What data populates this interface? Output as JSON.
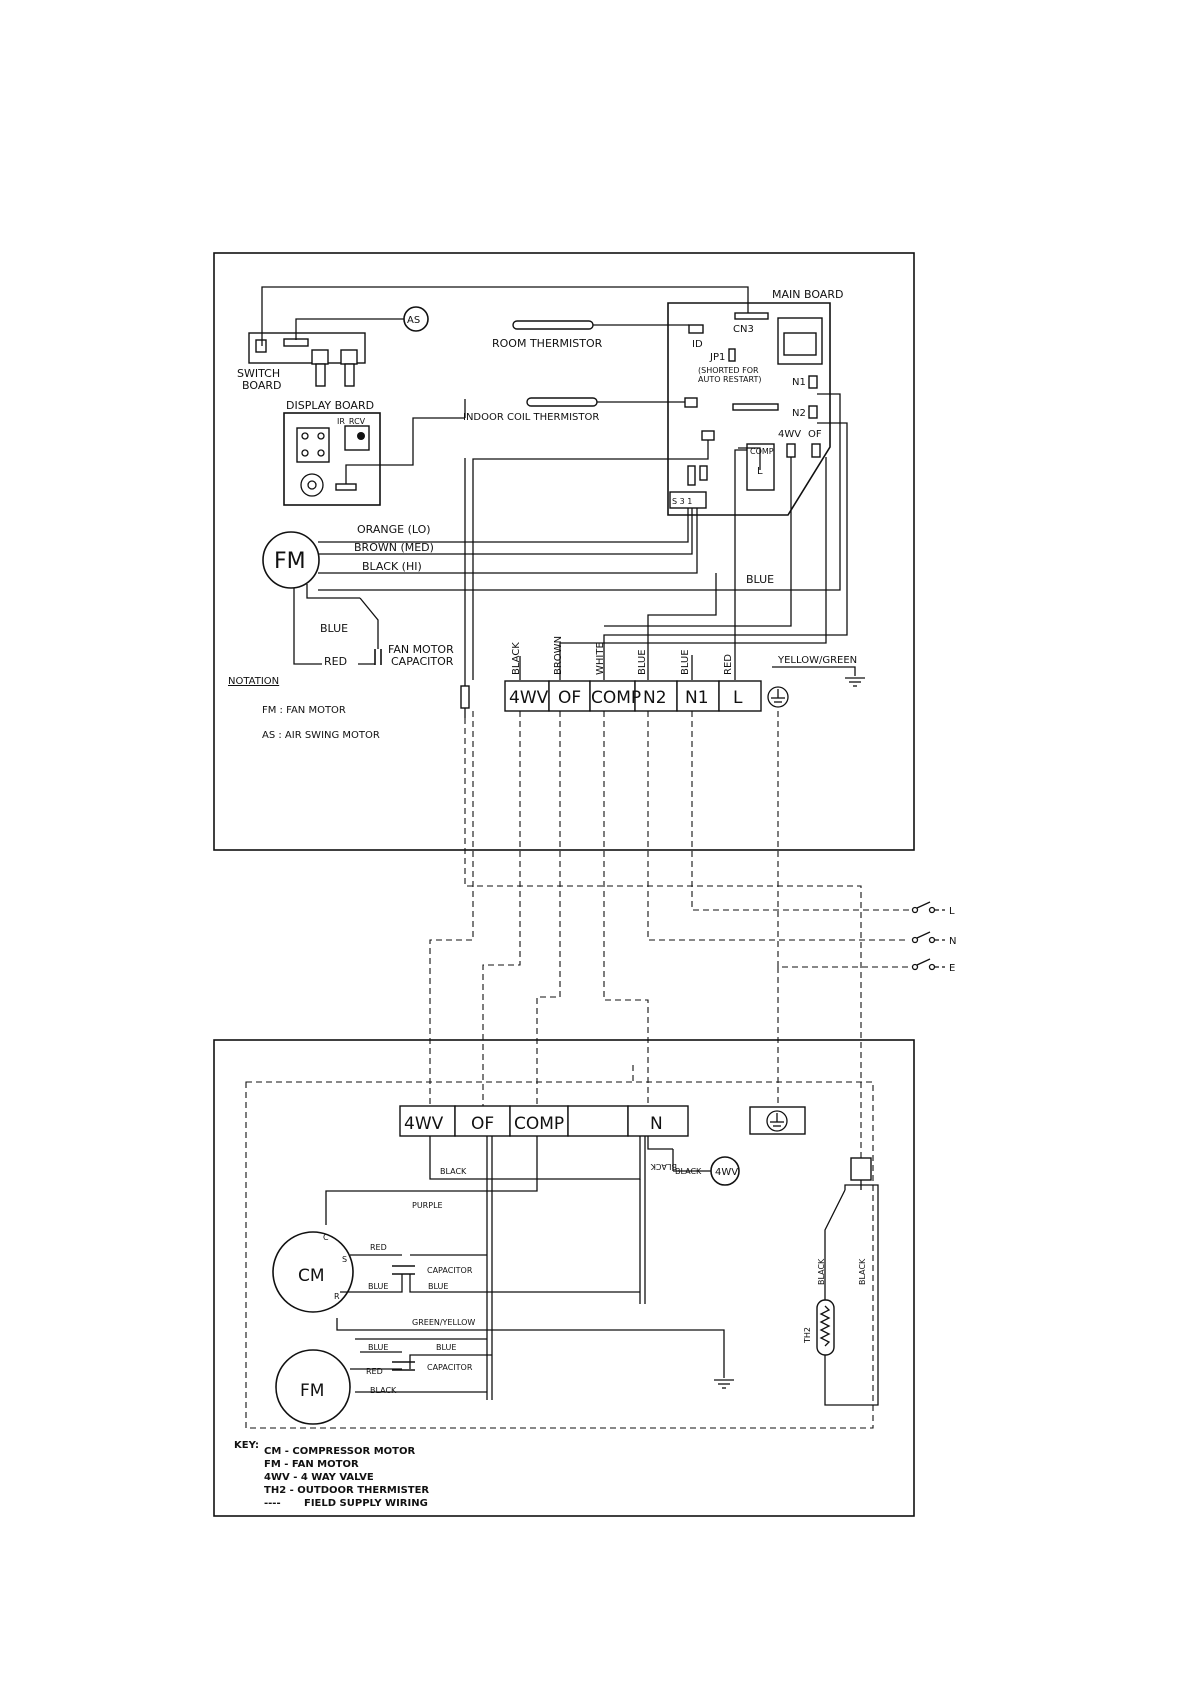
{
  "indoor": {
    "main_board": "MAIN BOARD",
    "cn3": "CN3",
    "id": "ID",
    "jp1": "JP1",
    "jp1_note1": "(SHORTED FOR",
    "jp1_note2": "AUTO RESTART)",
    "n1": "N1",
    "n2": "N2",
    "four_wv": "4WV",
    "of": "OF",
    "comp": "COMP",
    "l": "L",
    "pins": "S 3 1",
    "room_thermistor": "ROOM THERMISTOR",
    "indoor_coil_thermistor": "INDOOR COIL THERMISTOR",
    "switch_board_1": "SWITCH",
    "switch_board_2": "BOARD",
    "display_board": "DISPLAY BOARD",
    "ir_rcv": "IR_RCV",
    "as": "AS",
    "fm": "FM",
    "orange": "ORANGE (LO)",
    "brown_med": "BROWN (MED)",
    "black_hi": "BLACK (HI)",
    "blue": "BLUE",
    "red": "RED",
    "fan_cap_1": "FAN MOTOR",
    "fan_cap_2": "CAPACITOR",
    "notation": "NOTATION",
    "notation_fm": "FM :   FAN MOTOR",
    "notation_as": "AS :   AIR SWING MOTOR",
    "wire_labels": [
      "BLACK",
      "BROWN",
      "WHITE",
      "BLUE",
      "BLUE",
      "RED"
    ],
    "yellow_green": "YELLOW/GREEN",
    "terminals": [
      "4WV",
      "OF",
      "COMP",
      "N2",
      "N1",
      "L"
    ]
  },
  "supply": {
    "l": "L",
    "n": "N",
    "e": "E"
  },
  "outdoor": {
    "terminals": [
      "4WV",
      "OF",
      "COMP",
      "",
      "N"
    ],
    "black": "BLACK",
    "four_wv": "4WV",
    "purple": "PURPLE",
    "cm": "CM",
    "c": "C",
    "s": "S",
    "r": "R",
    "red": "RED",
    "blue": "BLUE",
    "capacitor": "CAPACITOR",
    "green_yellow": "GREEN/YELLOW",
    "fm": "FM",
    "th2": "TH2",
    "key": "KEY:",
    "key_items": [
      "CM - COMPRESSOR MOTOR",
      "FM - FAN MOTOR",
      "4WV - 4 WAY VALVE",
      "TH2 - OUTDOOR THERMISTER",
      "FIELD SUPPLY WIRING"
    ],
    "key_dash": "----"
  }
}
